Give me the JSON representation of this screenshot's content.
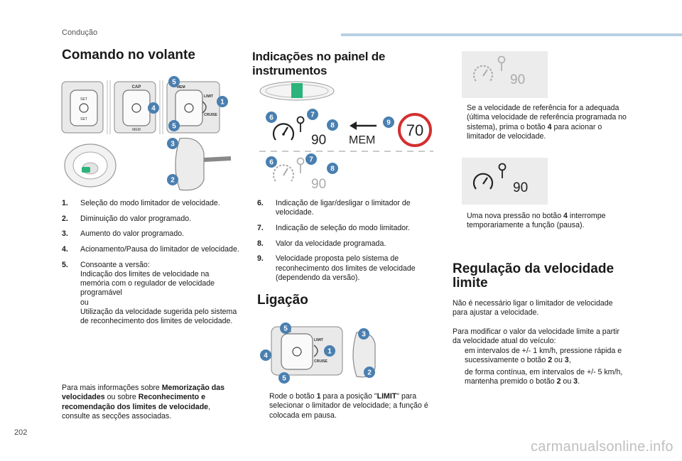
{
  "header": {
    "section": "Condução"
  },
  "col1": {
    "title": "Comando no volante",
    "illustration": {
      "stalk_labels": {
        "cap": "CAP",
        "mem": "MEM",
        "set": "SET",
        "limit": "LIMIT",
        "cruise": "CRUISE"
      },
      "callouts": [
        "5",
        "4",
        "5",
        "1",
        "3",
        "2"
      ]
    },
    "items": [
      {
        "num": "1.",
        "text": "Seleção do modo limitador de velocidade."
      },
      {
        "num": "2.",
        "text": "Diminuição do valor programado."
      },
      {
        "num": "3.",
        "text": "Aumento do valor programado."
      },
      {
        "num": "4.",
        "text": "Acionamento/Pausa do limitador de velocidade."
      },
      {
        "num": "5.",
        "text": "Consoante a versão:\nIndicação dos limites de velocidade na memória com o regulador de velocidade programável\nou\nUtilização da velocidade sugerida pelo sistema de reconhecimento dos limites de velocidade."
      }
    ],
    "more_info": {
      "prefix": "Para mais informações sobre ",
      "bold1": "Memorização das velocidades",
      "middle": " ou sobre ",
      "bold2": "Reconhecimento e recomendação dos limites de velocidade",
      "suffix": ", consulte as secções associadas."
    }
  },
  "col2": {
    "title": "Indicações no painel de instrumentos",
    "display": {
      "speed_value": "90",
      "mem_label": "MEM",
      "sign_value": "70",
      "callouts": [
        "6",
        "7",
        "8",
        "9",
        "6",
        "7",
        "8"
      ]
    },
    "items": [
      {
        "num": "6.",
        "text": "Indicação de ligar/desligar o limitador de velocidade."
      },
      {
        "num": "7.",
        "text": "Indicação de seleção do modo limitador."
      },
      {
        "num": "8.",
        "text": "Valor da velocidade programada."
      },
      {
        "num": "9.",
        "text": "Velocidade proposta pelo sistema de reconhecimento dos limites de velocidade (dependendo da versão)."
      }
    ],
    "ligacao": {
      "title": "Ligação",
      "callouts": [
        "5",
        "4",
        "5",
        "1",
        "3",
        "2"
      ],
      "bullet": {
        "marker": "",
        "pre": "Rode o botão ",
        "btn": "1",
        "mid": " para a posição \"",
        "pos": "LIMIT",
        "post": "\" para selecionar o limitador de velocidade; a função é colocada em pausa."
      }
    }
  },
  "col3": {
    "display_speed": "90",
    "bullet1": {
      "marker": "",
      "pre": "Se a velocidade de referência for a adequada (última velocidade de referência programada no sistema), prima o botão ",
      "btn": "4",
      "post": " para acionar o limitador de velocidade."
    },
    "bullet2": {
      "marker": "",
      "pre": "Uma nova pressão no botão ",
      "btn": "4",
      "post": " interrompe temporariamente a função (pausa)."
    },
    "regulacao": {
      "title": "Regulação da velocidade limite",
      "p1": "Não é necessário ligar o limitador de velocidade para ajustar a velocidade.",
      "p2": "Para modificar o valor da velocidade limite a partir da velocidade atual do veículo:",
      "bullet1": {
        "marker": "",
        "pre": "em intervalos de +/- 1 km/h, pressione rápida e sucessivamente o botão ",
        "b1": "2",
        "mid": " ou ",
        "b2": "3",
        "post": ","
      },
      "bullet2": {
        "marker": "",
        "pre": "de forma contínua, em intervalos de +/- 5 km/h, mantenha premido o botão ",
        "b1": "2",
        "mid": " ou ",
        "b2": "3",
        "post": "."
      }
    }
  },
  "footer": {
    "page": "202",
    "watermark": "carmanualsonline.info"
  },
  "colors": {
    "callout": "#4a7fb0",
    "sign_red": "#d32f2f",
    "panel_bg": "#ececec",
    "topbar": "#b9d0e2"
  }
}
